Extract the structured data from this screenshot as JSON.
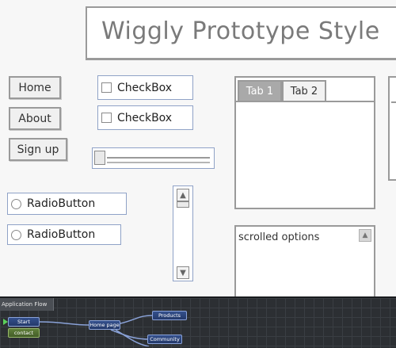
{
  "title": "Wiggly Prototype Style",
  "nav_buttons": [
    "Home",
    "About",
    "Sign up"
  ],
  "checkboxes": [
    "CheckBox",
    "CheckBox"
  ],
  "radios": [
    "RadioButton",
    "RadioButton"
  ],
  "tabs": [
    "Tab 1",
    "Tab 2"
  ],
  "list": {
    "text": "scrolled options"
  },
  "flow": {
    "panel_title": "Application Flow",
    "nodes": [
      "Start",
      "contact",
      "Home page",
      "Products",
      "Community"
    ]
  },
  "colors": {
    "sketch_border": "#9a9a9a",
    "field_border": "#8fa2c7",
    "flow_bg": "#2c2f33",
    "node_blue": "#34508c",
    "node_green": "#5f7f3a"
  },
  "icons": {
    "scroll_up": "up-arrow-icon",
    "scroll_down": "down-arrow-icon",
    "start_marker": "play-icon"
  }
}
